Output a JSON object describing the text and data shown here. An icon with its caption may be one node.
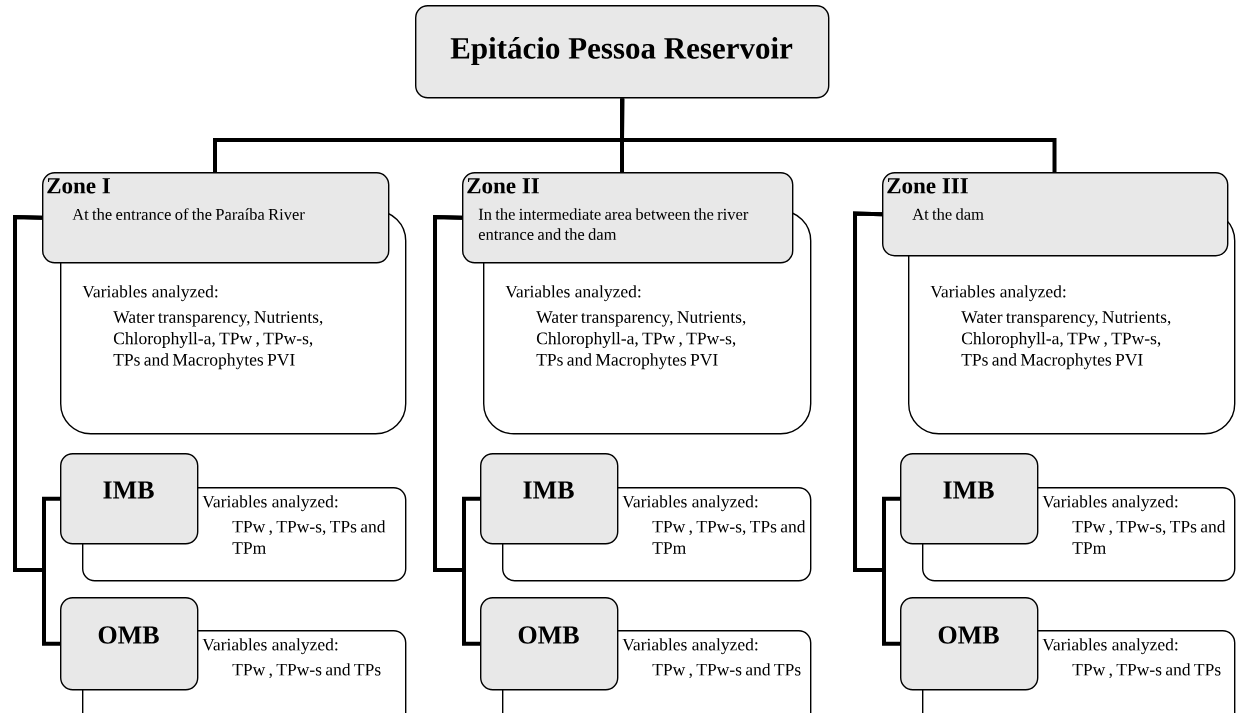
{
  "diagram": {
    "nodes": [
      {
        "text": [
          "Epitácio Pessoa Reservoir"
        ]
      },
      {
        "text": [
          "Zone I",
          "At the entrance of the Paraíba River"
        ]
      },
      {
        "text": [
          "Variables analyzed:",
          "Water transparency, Nutrients, Chlorophyll-a, TPw , TPw-s, TPs and Macrophytes PVI"
        ]
      },
      {
        "text": [
          "IMB"
        ]
      },
      {
        "text": [
          "Variables analyzed:",
          "TPw , TPw-s, TPs and TPm"
        ]
      },
      {
        "text": [
          "OMB"
        ]
      },
      {
        "text": [
          "Variables analyzed:",
          "TPw , TPw-s and TPs"
        ]
      },
      {
        "text": [
          "Zone II",
          "In the intermediate area between the river entrance and the dam"
        ]
      },
      {
        "text": [
          "Variables analyzed:",
          "Water transparency, Nutrients, Chlorophyll-a, TPw , TPw-s, TPs and Macrophytes PVI"
        ]
      },
      {
        "text": [
          "IMB"
        ]
      },
      {
        "text": [
          "Variables analyzed:",
          "TPw , TPw-s, TPs and TPm"
        ]
      },
      {
        "text": [
          "OMB"
        ]
      },
      {
        "text": [
          "Variables analyzed:",
          "TPw , TPw-s and TPs"
        ]
      },
      {
        "text": [
          "Zone III",
          "At the dam"
        ]
      },
      {
        "text": [
          "Variables analyzed:",
          "Water transparency, Nutrients, Chlorophyll-a, TPw , TPw-s, TPs and Macrophytes PVI"
        ]
      },
      {
        "text": [
          "IMB"
        ]
      },
      {
        "text": [
          "Variables analyzed:",
          "TPw , TPw-s, TPs and TPm"
        ]
      },
      {
        "text": [
          "OMB"
        ]
      },
      {
        "text": [
          "Variables analyzed:",
          "TPw , TPw-s and TPs"
        ]
      }
    ],
    "edges": [
      {
        "from": 0,
        "to": 1,
        "arrow": "none"
      },
      {
        "from": 0,
        "to": 7,
        "arrow": "none"
      },
      {
        "from": 0,
        "to": 13,
        "arrow": "none"
      },
      {
        "from": 1,
        "to": 3,
        "arrow": "none"
      },
      {
        "from": 1,
        "to": 5,
        "arrow": "none"
      },
      {
        "from": 7,
        "to": 9,
        "arrow": "none"
      },
      {
        "from": 7,
        "to": 11,
        "arrow": "none"
      },
      {
        "from": 13,
        "to": 15,
        "arrow": "none"
      },
      {
        "from": 13,
        "to": 17,
        "arrow": "none"
      }
    ]
  }
}
